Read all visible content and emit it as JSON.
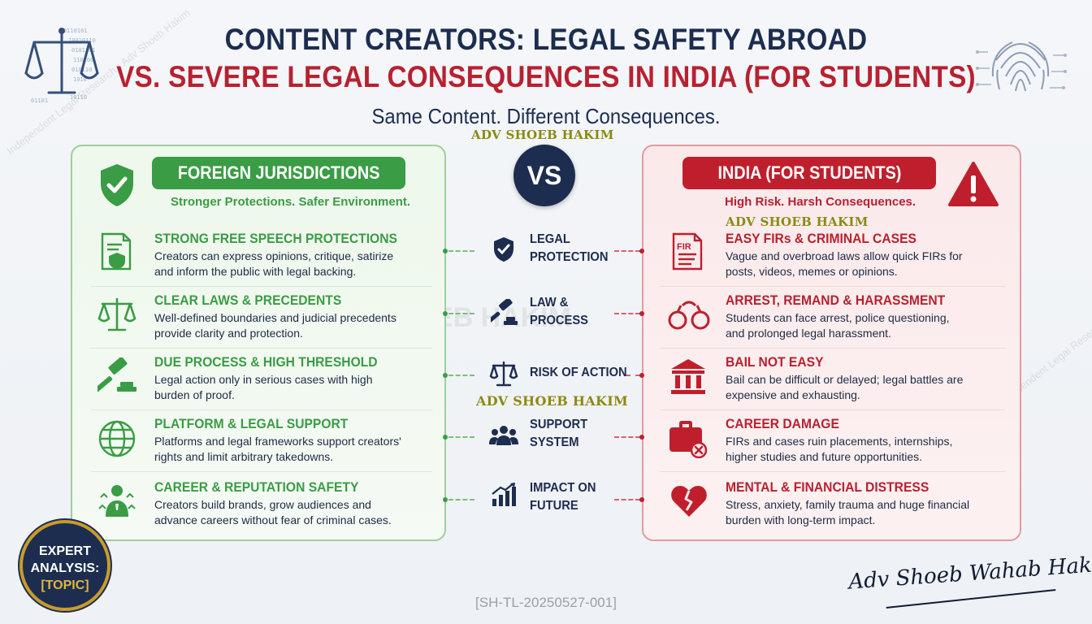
{
  "header": {
    "title_line1": "CONTENT CREATORS: LEGAL SAFETY ABROAD",
    "title_line2": "VS. SEVERE LEGAL CONSEQUENCES IN INDIA (FOR STUDENTS)",
    "subtitle": "Same Content. Different Consequences."
  },
  "watermark": "ADV SHOEB HAKIM",
  "vs_label": "VS",
  "left_panel": {
    "title": "FOREIGN JURISDICTIONS",
    "tagline": "Stronger Protections. Safer Environment.",
    "items": [
      {
        "title": "STRONG FREE SPEECH PROTECTIONS",
        "line1": "Creators can express opinions, critique, satirize",
        "line2": "and inform the public with legal backing.",
        "icon": "document-shield-icon"
      },
      {
        "title": "CLEAR LAWS & PRECEDENTS",
        "line1": "Well-defined boundaries and judicial precedents",
        "line2": "provide clarity and protection.",
        "icon": "scales-icon"
      },
      {
        "title": "DUE PROCESS & HIGH THRESHOLD",
        "line1": "Legal action only in serious cases with high",
        "line2": "burden of proof.",
        "icon": "gavel-icon"
      },
      {
        "title": "PLATFORM & LEGAL SUPPORT",
        "line1": "Platforms and legal frameworks support creators'",
        "line2": "rights and limit arbitrary takedowns.",
        "icon": "globe-icon"
      },
      {
        "title": "CAREER & REPUTATION SAFETY",
        "line1": "Creators build brands, grow audiences and",
        "line2": "advance careers without fear of criminal cases.",
        "icon": "person-growth-icon"
      }
    ]
  },
  "right_panel": {
    "title": "INDIA (FOR STUDENTS)",
    "tagline": "High Risk. Harsh Consequences.",
    "items": [
      {
        "title": "EASY FIRs & CRIMINAL CASES",
        "line1": "Vague and overbroad laws allow quick FIRs for",
        "line2": "posts, videos, memes or opinions.",
        "icon": "fir-document-icon"
      },
      {
        "title": "ARREST, REMAND & HARASSMENT",
        "line1": "Students can face arrest, police questioning,",
        "line2": "and prolonged legal harassment.",
        "icon": "handcuffs-icon"
      },
      {
        "title": "BAIL NOT EASY",
        "line1": "Bail can be difficult or delayed; legal battles are",
        "line2": "expensive and exhausting.",
        "icon": "courthouse-icon"
      },
      {
        "title": "CAREER DAMAGE",
        "line1": "FIRs and cases ruin placements, internships,",
        "line2": "higher studies and future opportunities.",
        "icon": "briefcase-x-icon"
      },
      {
        "title": "MENTAL & FINANCIAL DISTRESS",
        "line1": "Stress, anxiety, family trauma and huge financial",
        "line2": "burden with long-term impact.",
        "icon": "broken-heart-icon"
      }
    ]
  },
  "center_items": [
    {
      "line1": "LEGAL",
      "line2": "PROTECTION",
      "icon": "shield-check-icon"
    },
    {
      "line1": "LAW &",
      "line2": "PROCESS",
      "icon": "gavel-icon"
    },
    {
      "line1": "RISK OF ACTION",
      "line2": "",
      "icon": "scales-icon"
    },
    {
      "line1": "SUPPORT",
      "line2": "SYSTEM",
      "icon": "people-icon"
    },
    {
      "line1": "IMPACT ON",
      "line2": "FUTURE",
      "icon": "bar-chart-up-icon"
    }
  ],
  "badge": {
    "line1": "EXPERT",
    "line2": "ANALYSIS:",
    "line3": "[TOPIC]"
  },
  "signature": "Adv Shoeb Wahab Hakim",
  "reference_code": "[SH-TL-20250527-001]",
  "colors": {
    "navy": "#1c2d4f",
    "green": "#3a9c45",
    "red": "#bf1f2d",
    "gold": "#c99b2c",
    "watermark": "#8b8a12"
  }
}
